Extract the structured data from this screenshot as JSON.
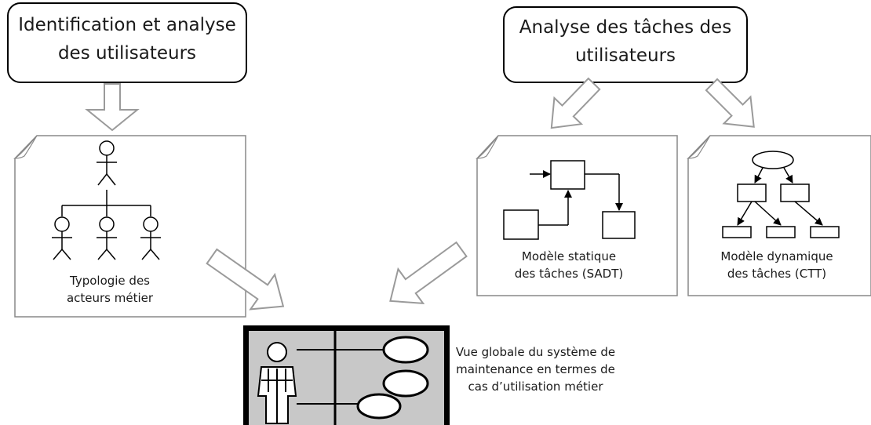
{
  "boxes": {
    "users_identification": {
      "line1": "Identification et analyse",
      "line2": "des utilisateurs"
    },
    "task_analysis": {
      "line1": "Analyse des tâches des",
      "line2": "utilisateurs"
    }
  },
  "documents": {
    "actor_typology": {
      "line1": "Typologie des",
      "line2": "acteurs métier"
    },
    "static_model": {
      "line1": "Modèle statique",
      "line2": "des tâches (SADT)"
    },
    "dynamic_model": {
      "line1": "Modèle dynamique",
      "line2": "des tâches (CTT)"
    }
  },
  "global_view": {
    "line1": "Vue globale du système de",
    "line2": "maintenance en termes de",
    "line3": "cas d’utilisation métier"
  }
}
